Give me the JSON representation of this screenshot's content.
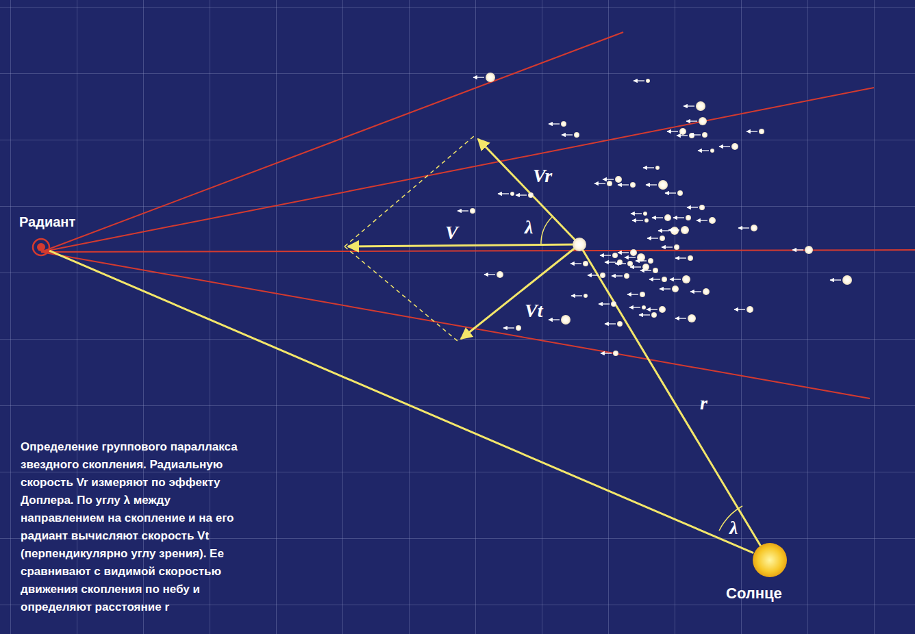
{
  "diagram": {
    "caption": "Определение группового параллакса звездного скопления. Радиальную скорость Vr измеряют по эффекту Доплера. По углу λ между направлением на скопление и на его радиант вычисляют скорость Vt (перпендикулярно углу зрения). Ее сравнивают с видимой скоростью движения скопления по небу и определяют расстояние r",
    "nodes": [
      {
        "text": [
          "Радиант"
        ]
      },
      {
        "text": [
          "Солнце"
        ]
      }
    ],
    "edges": [
      {
        "from": 0,
        "to": 1,
        "arrow": "none"
      }
    ],
    "labels": [
      "Vr",
      "λ",
      "V",
      "Vt",
      "r",
      "λ"
    ]
  }
}
